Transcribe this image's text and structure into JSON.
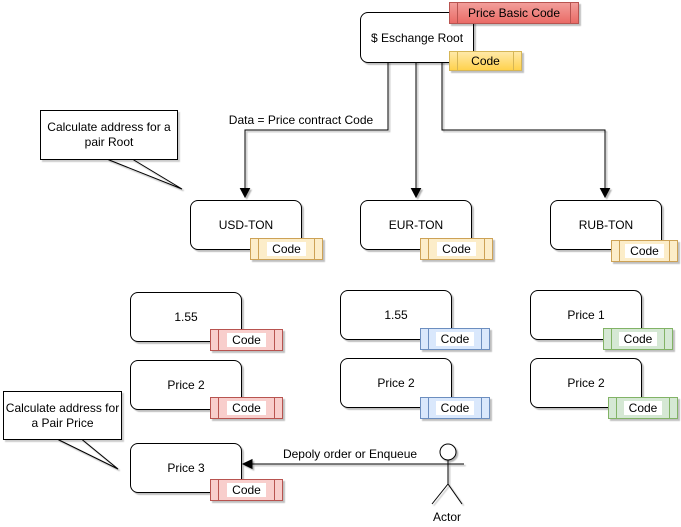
{
  "colors": {
    "red_header_top": "#f29e9a",
    "red_header_fill": "#ea6b66",
    "red_fill": "#f8cecc",
    "red_stroke": "#b85450",
    "gold_top": "#ffe9a8",
    "gold_fill": "#ffd24d",
    "gold_stroke": "#d6b656",
    "cream_fill": "#fcedc9",
    "cream_stroke": "#cda256",
    "blue_fill": "#dae8fc",
    "blue_stroke": "#6c8ebf",
    "green_fill": "#d5e8d4",
    "green_stroke": "#82b366"
  },
  "root": {
    "label": "$ Eschange Root",
    "top_badge": "Price Basic Code",
    "code_badge": "Code"
  },
  "edge_label": "Data = Price contract Code",
  "callout_root": {
    "line1": "Calculate address for a",
    "line2": "pair Root"
  },
  "callout_price": {
    "line1": "Calculate address for",
    "line2": "a Pair Price"
  },
  "pairs": [
    {
      "label": "USD-TON",
      "badge": "Code"
    },
    {
      "label": "EUR-TON",
      "badge": "Code"
    },
    {
      "label": "RUB-TON",
      "badge": "Code"
    }
  ],
  "prices": [
    {
      "label": "1.55",
      "badge": "Code"
    },
    {
      "label": "Price 2",
      "badge": "Code"
    },
    {
      "label": "Price 3",
      "badge": "Code"
    },
    {
      "label": "1.55",
      "badge": "Code"
    },
    {
      "label": "Price 2",
      "badge": "Code"
    },
    {
      "label": "Price 1",
      "badge": "Code"
    },
    {
      "label": "Price 2",
      "badge": "Code"
    }
  ],
  "actor": {
    "label": "Actor",
    "arrow_label": "Depoly order or Enqueue"
  }
}
